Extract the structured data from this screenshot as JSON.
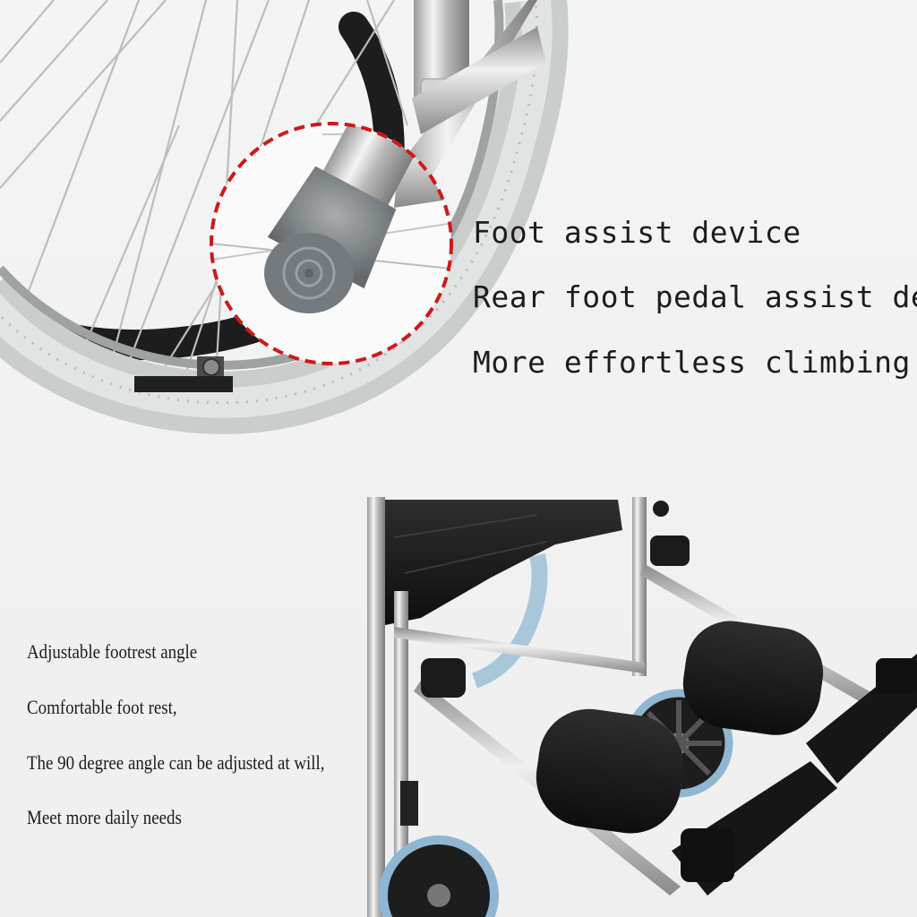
{
  "top_section": {
    "lines": [
      "Foot assist device",
      "Rear foot pedal assist design",
      "More effortless climbing"
    ]
  },
  "bottom_section": {
    "lines": [
      "Adjustable footrest angle",
      "Comfortable foot rest,",
      "The 90 degree angle can be adjusted at will,",
      "Meet more daily needs"
    ]
  },
  "colors": {
    "background": "#f3f3f3",
    "callout_border": "#d01818",
    "tire": "#d4d8d6",
    "seat_fabric": "#1a1a1a",
    "caster_tire": "#8fb6d2"
  }
}
